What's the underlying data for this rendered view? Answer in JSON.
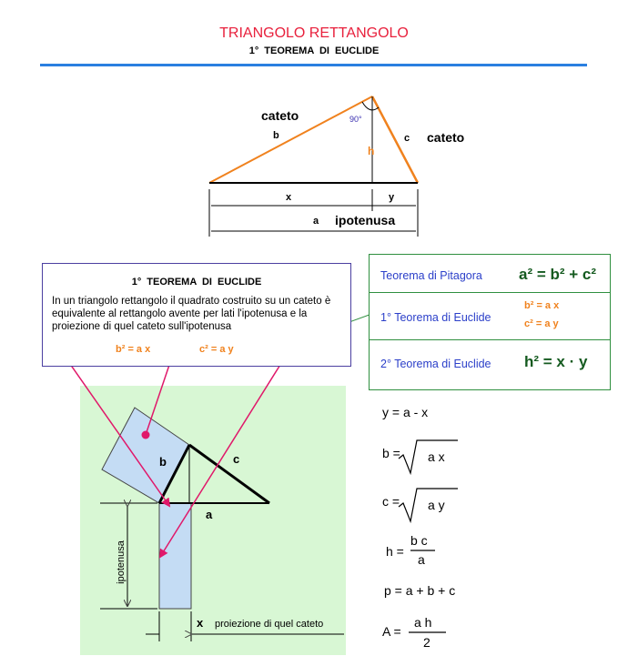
{
  "header": {
    "title": "TRIANGOLO RETTANGOLO",
    "subtitle": "1°  TEOREMA  DI EUCLIDE"
  },
  "top_triangle": {
    "label_cathetus_left": "cateto",
    "label_b": "b",
    "label_angle": "90°",
    "label_h": "h",
    "label_c": "c",
    "label_cathetus_right": "cateto",
    "label_x": "x",
    "label_y": "y",
    "label_a": "a",
    "label_hypotenuse": "ipotenusa"
  },
  "theorem_box": {
    "title": "1°  TEOREMA  DI EUCLIDE",
    "text_1": "In un triangolo rettangolo il ",
    "text_2": "quadrato costruito su un cateto",
    "text_3": " è equivalente al rettangolo avente per lati l'",
    "text_4": "ipotenusa",
    "text_5": " e la ",
    "text_6": "proiezione di quel cateto",
    "text_7": " sull'ipotenusa",
    "formula_1": "b² = a x",
    "formula_2": "c² = a y"
  },
  "summary_table": {
    "pitagora_label": "Teorema di Pitagora",
    "pitagora_formula": "a² = b² + c²",
    "euclide1_label": "1° Teorema di Euclide",
    "euclide1_formula_1": "b² = a x",
    "euclide1_formula_2": "c² = a y",
    "euclide2_label": "2° Teorema di Euclide",
    "euclide2_formula": "h² = x · y"
  },
  "construction": {
    "label_b": "b",
    "label_c": "c",
    "label_a": "a",
    "label_hypotenuse": "ipotenusa",
    "label_x": "x",
    "label_projection": "proiezione di quel cateto"
  },
  "formulas": {
    "y_eq": "y = a  - x",
    "b_lhs": "b =",
    "b_rad": "a x",
    "c_lhs": "c =",
    "c_rad": "a y",
    "h_lhs": "h =",
    "h_num": "b c",
    "h_den": "a",
    "p_eq": "p = a + b + c",
    "A_lhs": "A =",
    "A_num": "a h",
    "A_den": "2"
  },
  "colors": {
    "title": "#e8203c",
    "rule": "#2a7fe0",
    "orange": "#f0821e",
    "pink": "#e0186a",
    "green_bg": "#d8f7d4",
    "square_fill": "#c4dcf4",
    "table_text": "#2b3fc9",
    "table_formula": "#145a1f"
  }
}
